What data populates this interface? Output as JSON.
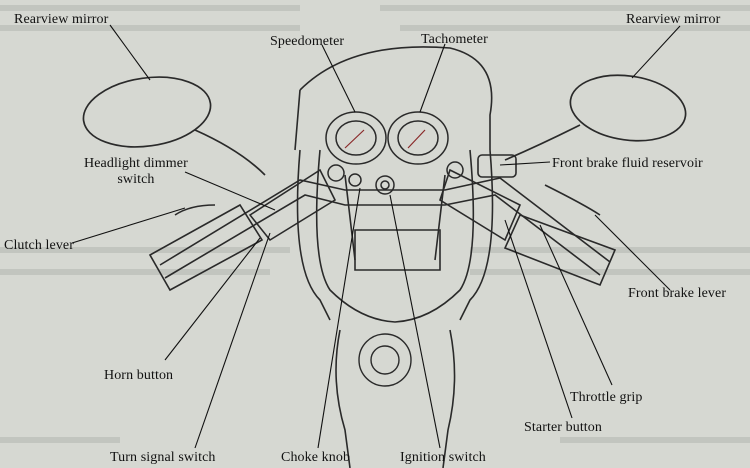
{
  "diagram": {
    "labels": {
      "rearview_mirror_left": "Rearview mirror",
      "rearview_mirror_right": "Rearview mirror",
      "speedometer": "Speedometer",
      "tachometer": "Tachometer",
      "headlight_dimmer_switch": "Headlight dimmer\nswitch",
      "front_brake_fluid_reservoir": "Front brake fluid reservoir",
      "clutch_lever": "Clutch lever",
      "front_brake_lever": "Front brake lever",
      "horn_button": "Horn button",
      "throttle_grip": "Throttle grip",
      "starter_button": "Starter button",
      "turn_signal_switch": "Turn signal switch",
      "choke_knob": "Choke knob",
      "ignition_switch": "Ignition switch"
    }
  }
}
